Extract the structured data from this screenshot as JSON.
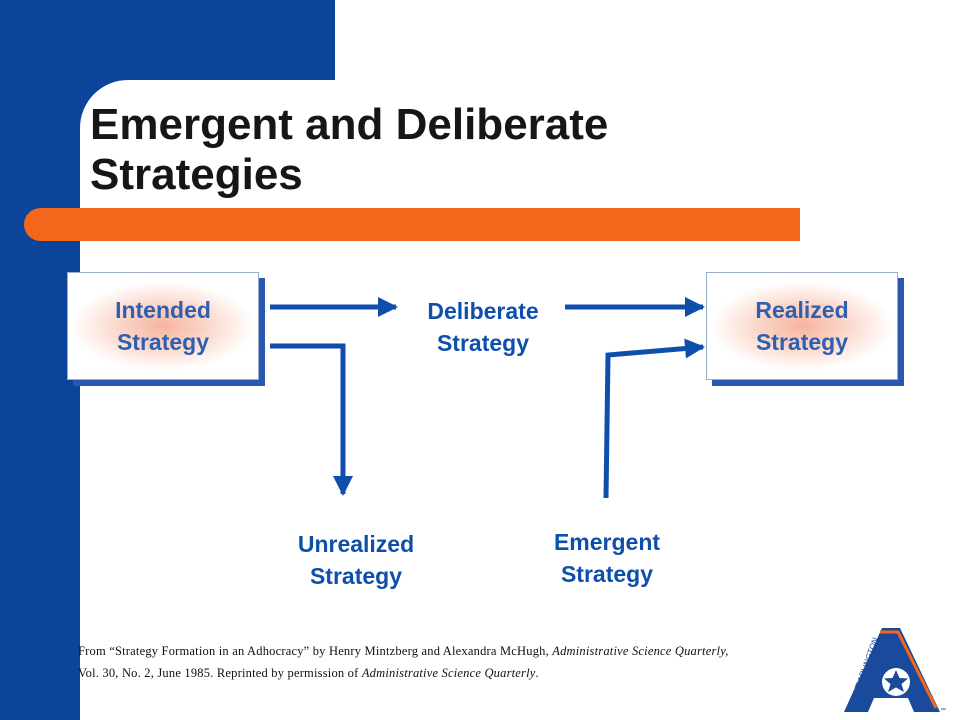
{
  "slide": {
    "title_line1": "Emergent and Deliberate",
    "title_line2": "Strategies"
  },
  "diagram": {
    "intended": "Intended\nStrategy",
    "realized": "Realized\nStrategy",
    "deliberate": "Deliberate\nStrategy",
    "unrealized": "Unrealized\nStrategy",
    "emergent": "Emergent\nStrategy"
  },
  "citation": {
    "line1_pre": "From “Strategy Formation in an Adhocracy” by Henry Mintzberg and Alexandra McHugh, ",
    "line1_journal": "Administrative Science Quarterly,",
    "line2_pre": "Vol. 30, No. 2, June 1985.  Reprinted by permission of ",
    "line2_journal": "Administrative Science Quarterly",
    "line2_end": "."
  },
  "logo": {
    "letter": "A",
    "ring_text": "UT ARLINGTON",
    "trademark": "™",
    "colors": {
      "blue": "#1a4a9c",
      "orange": "#f4661b"
    }
  },
  "colors": {
    "brand_blue": "#0b449a",
    "accent_orange": "#f4661b",
    "arrow_blue": "#0e4fab"
  }
}
